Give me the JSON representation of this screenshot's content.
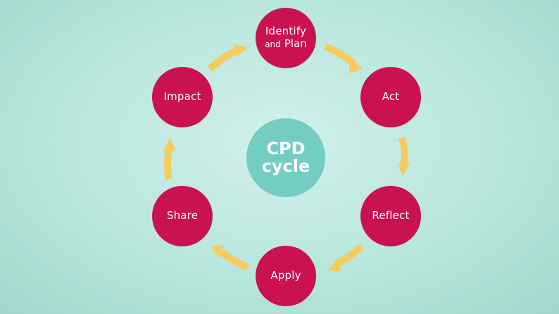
{
  "diagram": {
    "center": {
      "line1": "CPD",
      "line2": "cycle"
    },
    "steps": [
      {
        "id": "identify",
        "line1": "Identify",
        "line2_small": "and",
        "line2": "Plan"
      },
      {
        "id": "act",
        "label": "Act"
      },
      {
        "id": "reflect",
        "label": "Reflect"
      },
      {
        "id": "apply",
        "label": "Apply"
      },
      {
        "id": "share",
        "label": "Share"
      },
      {
        "id": "impact",
        "label": "Impact"
      }
    ],
    "colors": {
      "background": "#b8e6dd",
      "node": "#c9124f",
      "center": "#74cdc1",
      "arrow": "#f4cc5e",
      "text": "#ffffff"
    }
  }
}
